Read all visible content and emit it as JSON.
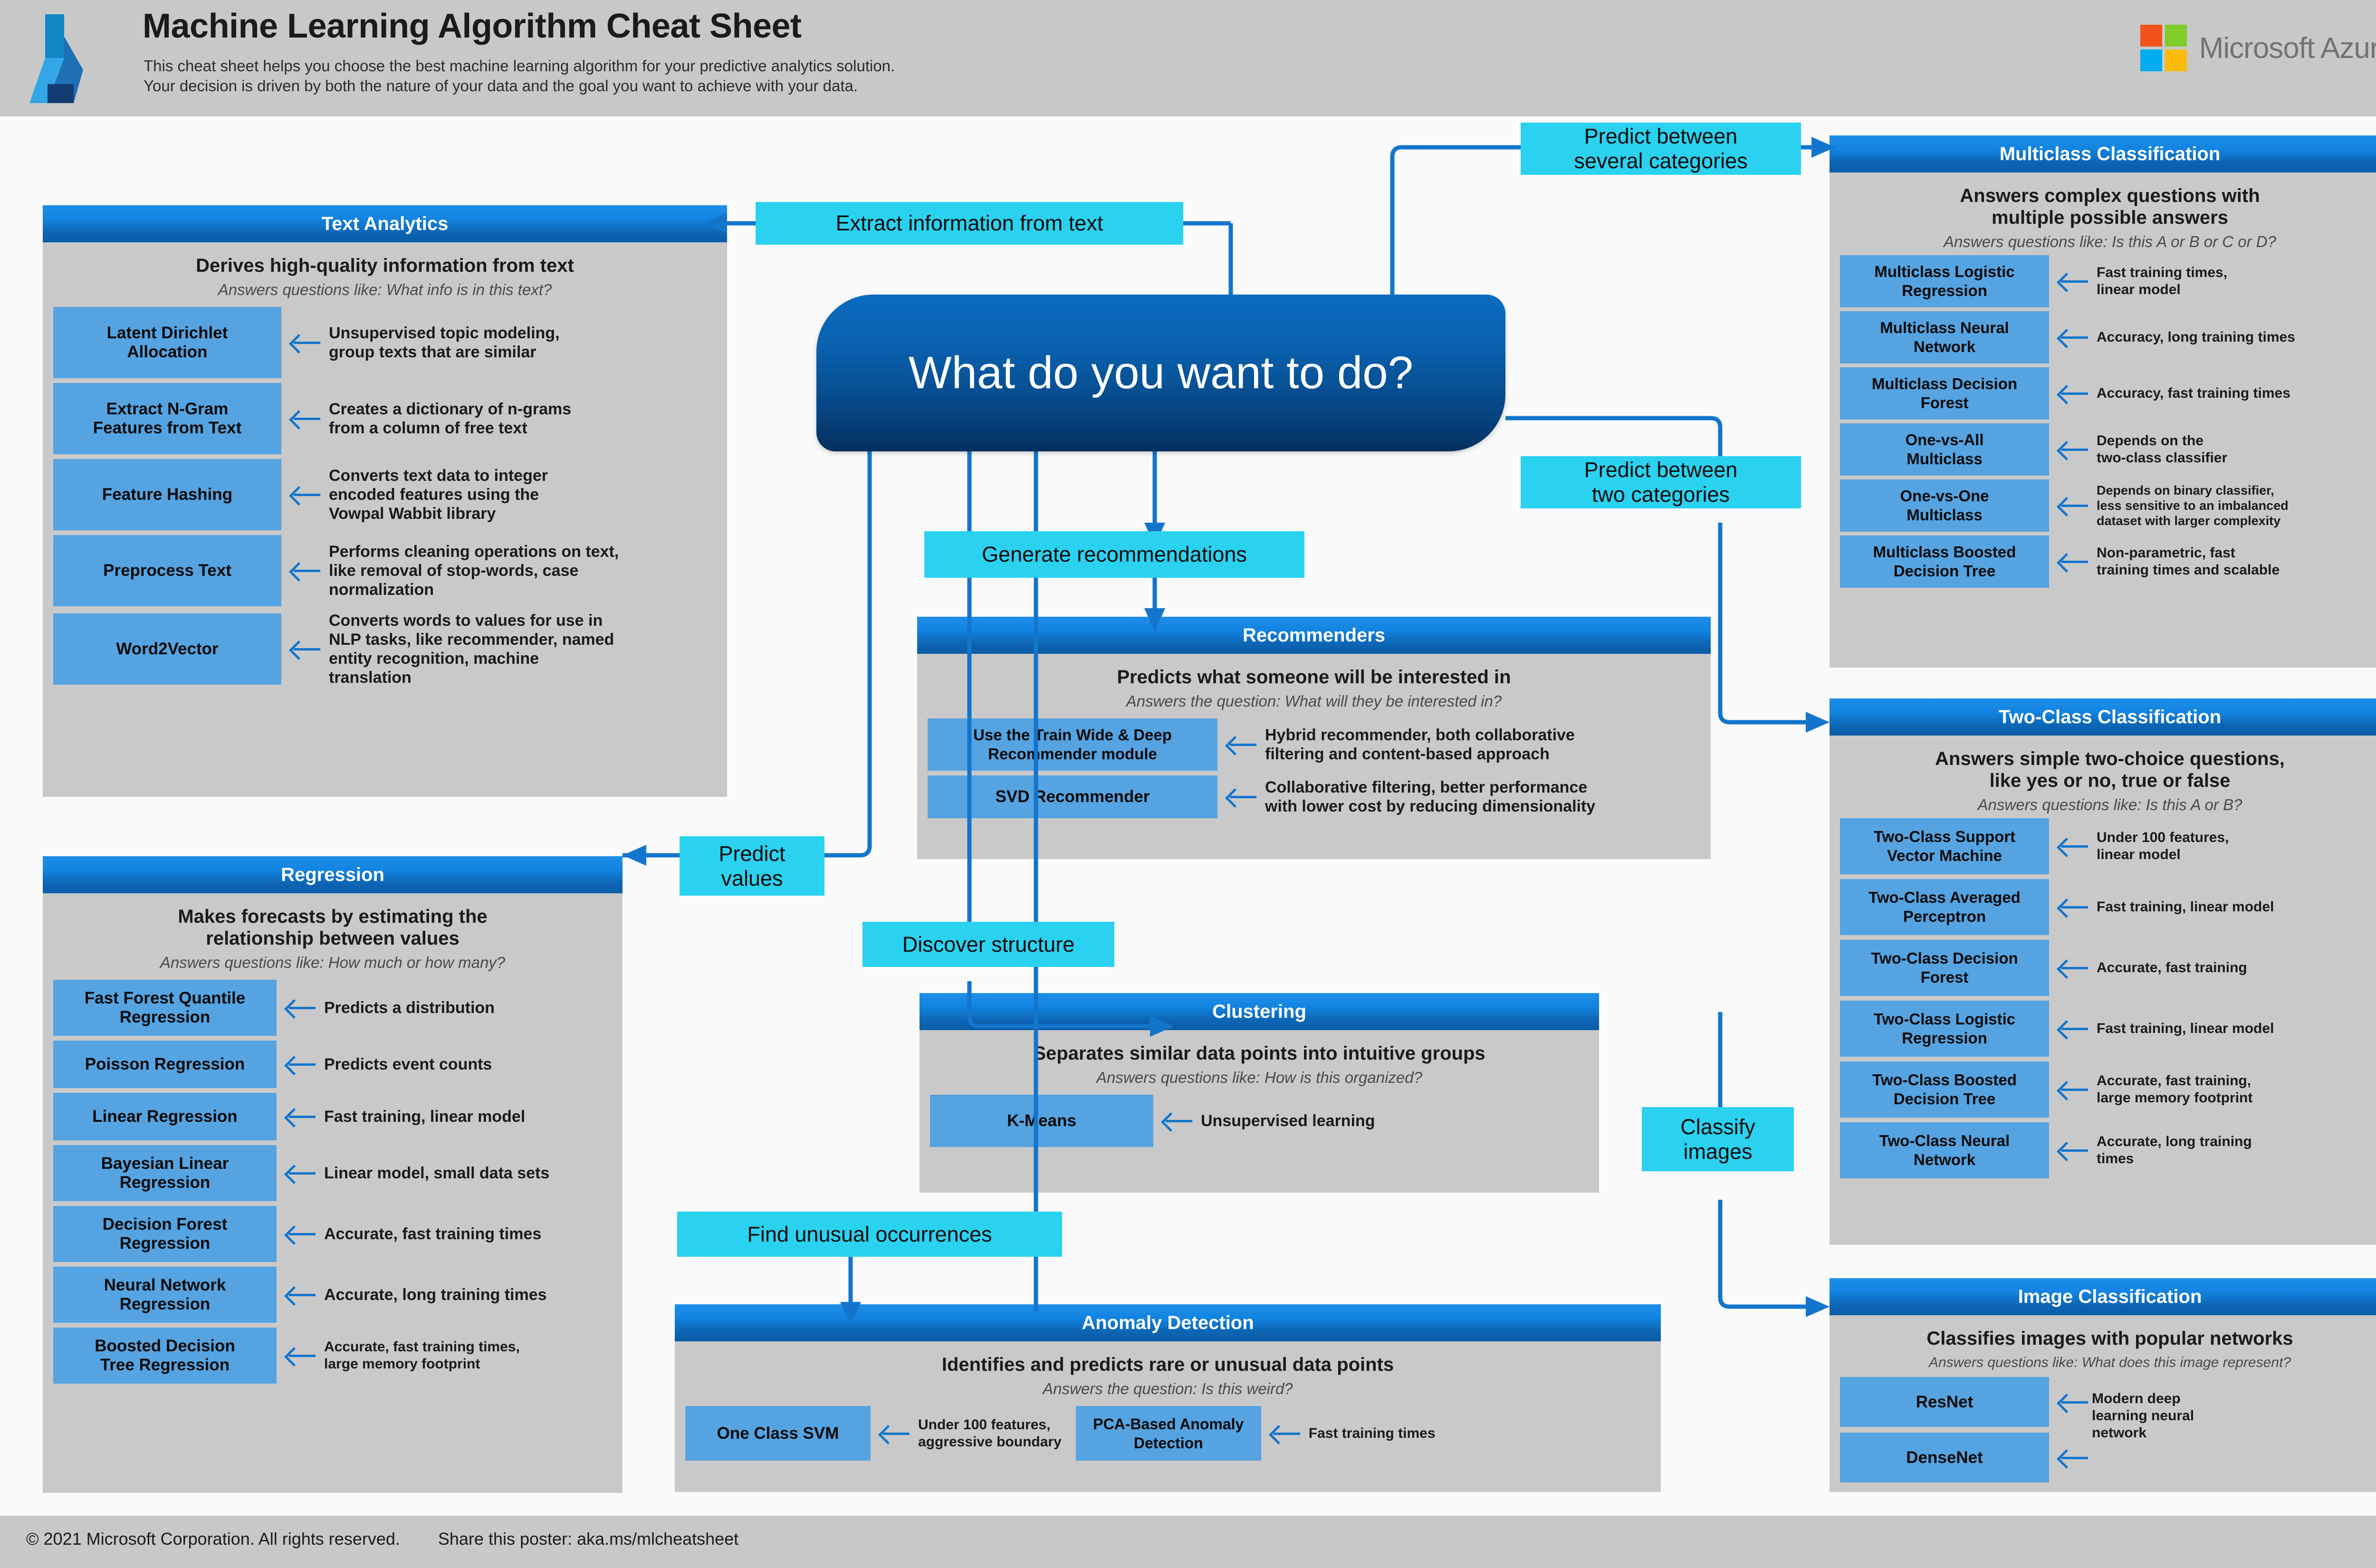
{
  "header": {
    "title": "Machine Learning Algorithm Cheat Sheet",
    "subtitle_line1": "This cheat sheet helps you choose the best machine learning algorithm for your predictive analytics solution.",
    "subtitle_line2": "Your decision is driven by both the nature of your data and the goal you want to achieve with your data.",
    "brand": "Microsoft Azure",
    "logo_icon": "azure-logo-icon",
    "brand_icon": "microsoft-squares-icon"
  },
  "footer": {
    "copyright": "© 2021 Microsoft Corporation. All rights reserved.",
    "share": "Share this poster: aka.ms/mlcheatsheet"
  },
  "central": {
    "question": "What do you want to do?"
  },
  "connectors": {
    "extract_text": "Extract information from text",
    "predict_several": "Predict between\nseveral categories",
    "predict_two": "Predict between\ntwo categories",
    "generate_recommendations": "Generate recommendations",
    "predict_values": "Predict\nvalues",
    "discover_structure": "Discover structure",
    "find_unusual": "Find unusual occurrences",
    "classify_images": "Classify\nimages"
  },
  "colors": {
    "accent_blue": "#1376cc",
    "title_gradient_top": "#1e8fe8",
    "title_gradient_bottom": "#0a5ca6",
    "algo_box": "#55a3e0",
    "panel_bg": "#c9c9c9",
    "cyan_label": "#2ad2f0",
    "header_bg": "#c8c8c8",
    "central_top": "#0a6cc0",
    "central_bottom": "#04305e"
  },
  "panels": {
    "text_analytics": {
      "title": "Text Analytics",
      "head": "Derives high-quality information from text",
      "sub": "Answers questions like: What info is in this text?",
      "rows": [
        {
          "algo": "Latent Dirichlet\nAllocation",
          "desc": "Unsupervised topic modeling,\ngroup texts that are similar"
        },
        {
          "algo": "Extract N-Gram\nFeatures from Text",
          "desc": "Creates a dictionary of n-grams\nfrom a column of free text"
        },
        {
          "algo": "Feature Hashing",
          "desc": "Converts text data to integer\nencoded features using the\nVowpal Wabbit library"
        },
        {
          "algo": "Preprocess Text",
          "desc": "Performs cleaning operations on text,\nlike removal of stop-words, case\nnormalization"
        },
        {
          "algo": "Word2Vector",
          "desc": "Converts words to values for use in\nNLP tasks, like recommender, named\nentity recognition, machine\ntranslation"
        }
      ]
    },
    "regression": {
      "title": "Regression",
      "head": "Makes forecasts by estimating the\nrelationship between values",
      "sub": "Answers questions like: How much or how many?",
      "rows": [
        {
          "algo": "Fast Forest Quantile\nRegression",
          "desc": "Predicts a distribution"
        },
        {
          "algo": "Poisson Regression",
          "desc": "Predicts event counts"
        },
        {
          "algo": "Linear Regression",
          "desc": "Fast training, linear model"
        },
        {
          "algo": "Bayesian Linear\nRegression",
          "desc": "Linear model, small data sets"
        },
        {
          "algo": "Decision Forest\nRegression",
          "desc": "Accurate, fast training times"
        },
        {
          "algo": "Neural Network\nRegression",
          "desc": "Accurate, long training times"
        },
        {
          "algo": "Boosted Decision\nTree Regression",
          "desc": "Accurate, fast training times,\nlarge memory footprint"
        }
      ]
    },
    "recommenders": {
      "title": "Recommenders",
      "head": "Predicts what someone will be interested in",
      "sub": "Answers the question: What will they be interested in?",
      "rows": [
        {
          "algo": "Use the Train Wide & Deep\nRecommender module",
          "desc": "Hybrid recommender, both collaborative\nfiltering and content-based approach"
        },
        {
          "algo": "SVD Recommender",
          "desc": "Collaborative filtering, better performance\nwith lower cost by reducing dimensionality"
        }
      ]
    },
    "clustering": {
      "title": "Clustering",
      "head": "Separates similar data points into intuitive groups",
      "sub": "Answers questions like: How is this organized?",
      "rows": [
        {
          "algo": "K-Means",
          "desc": "Unsupervised learning"
        }
      ]
    },
    "anomaly_detection": {
      "title": "Anomaly Detection",
      "head": "Identifies and predicts rare or unusual data points",
      "sub": "Answers the question: Is this weird?",
      "rows": [
        {
          "algo": "One Class SVM",
          "desc": "Under 100 features,\naggressive boundary"
        },
        {
          "algo": "PCA-Based Anomaly\nDetection",
          "desc": "Fast training times"
        }
      ]
    },
    "multiclass_classification": {
      "title": "Multiclass Classification",
      "head": "Answers complex questions with\nmultiple possible answers",
      "sub": "Answers questions like: Is this A or B or C or D?",
      "rows": [
        {
          "algo": "Multiclass Logistic\nRegression",
          "desc": "Fast training times,\nlinear model"
        },
        {
          "algo": "Multiclass Neural\nNetwork",
          "desc": "Accuracy, long training times"
        },
        {
          "algo": "Multiclass Decision\nForest",
          "desc": "Accuracy, fast training times"
        },
        {
          "algo": "One-vs-All\nMulticlass",
          "desc": "Depends on the\ntwo-class classifier"
        },
        {
          "algo": "One-vs-One\nMulticlass",
          "desc": "Depends on binary classifier,\nless sensitive to an imbalanced\ndataset with larger complexity"
        },
        {
          "algo": "Multiclass Boosted\nDecision Tree",
          "desc": "Non-parametric, fast\ntraining times and scalable"
        }
      ]
    },
    "two_class_classification": {
      "title": "Two-Class Classification",
      "head": "Answers simple two-choice questions,\nlike yes or no, true or false",
      "sub": "Answers questions like: Is this A or B?",
      "rows": [
        {
          "algo": "Two-Class Support\nVector Machine",
          "desc": "Under 100 features,\nlinear model"
        },
        {
          "algo": "Two-Class Averaged\nPerceptron",
          "desc": "Fast training, linear model"
        },
        {
          "algo": "Two-Class Decision\nForest",
          "desc": "Accurate, fast training"
        },
        {
          "algo": "Two-Class Logistic\nRegression",
          "desc": "Fast training, linear model"
        },
        {
          "algo": "Two-Class Boosted\nDecision Tree",
          "desc": "Accurate, fast training,\nlarge memory footprint"
        },
        {
          "algo": "Two-Class Neural\nNetwork",
          "desc": "Accurate, long training\ntimes"
        }
      ]
    },
    "image_classification": {
      "title": "Image Classification",
      "head": "Classifies images with popular networks",
      "sub": "Answers questions like: What does this image represent?",
      "rows": [
        {
          "algo": "ResNet",
          "desc": "Modern deep\nlearning neural\nnetwork"
        },
        {
          "algo": "DenseNet",
          "desc": ""
        }
      ]
    }
  }
}
